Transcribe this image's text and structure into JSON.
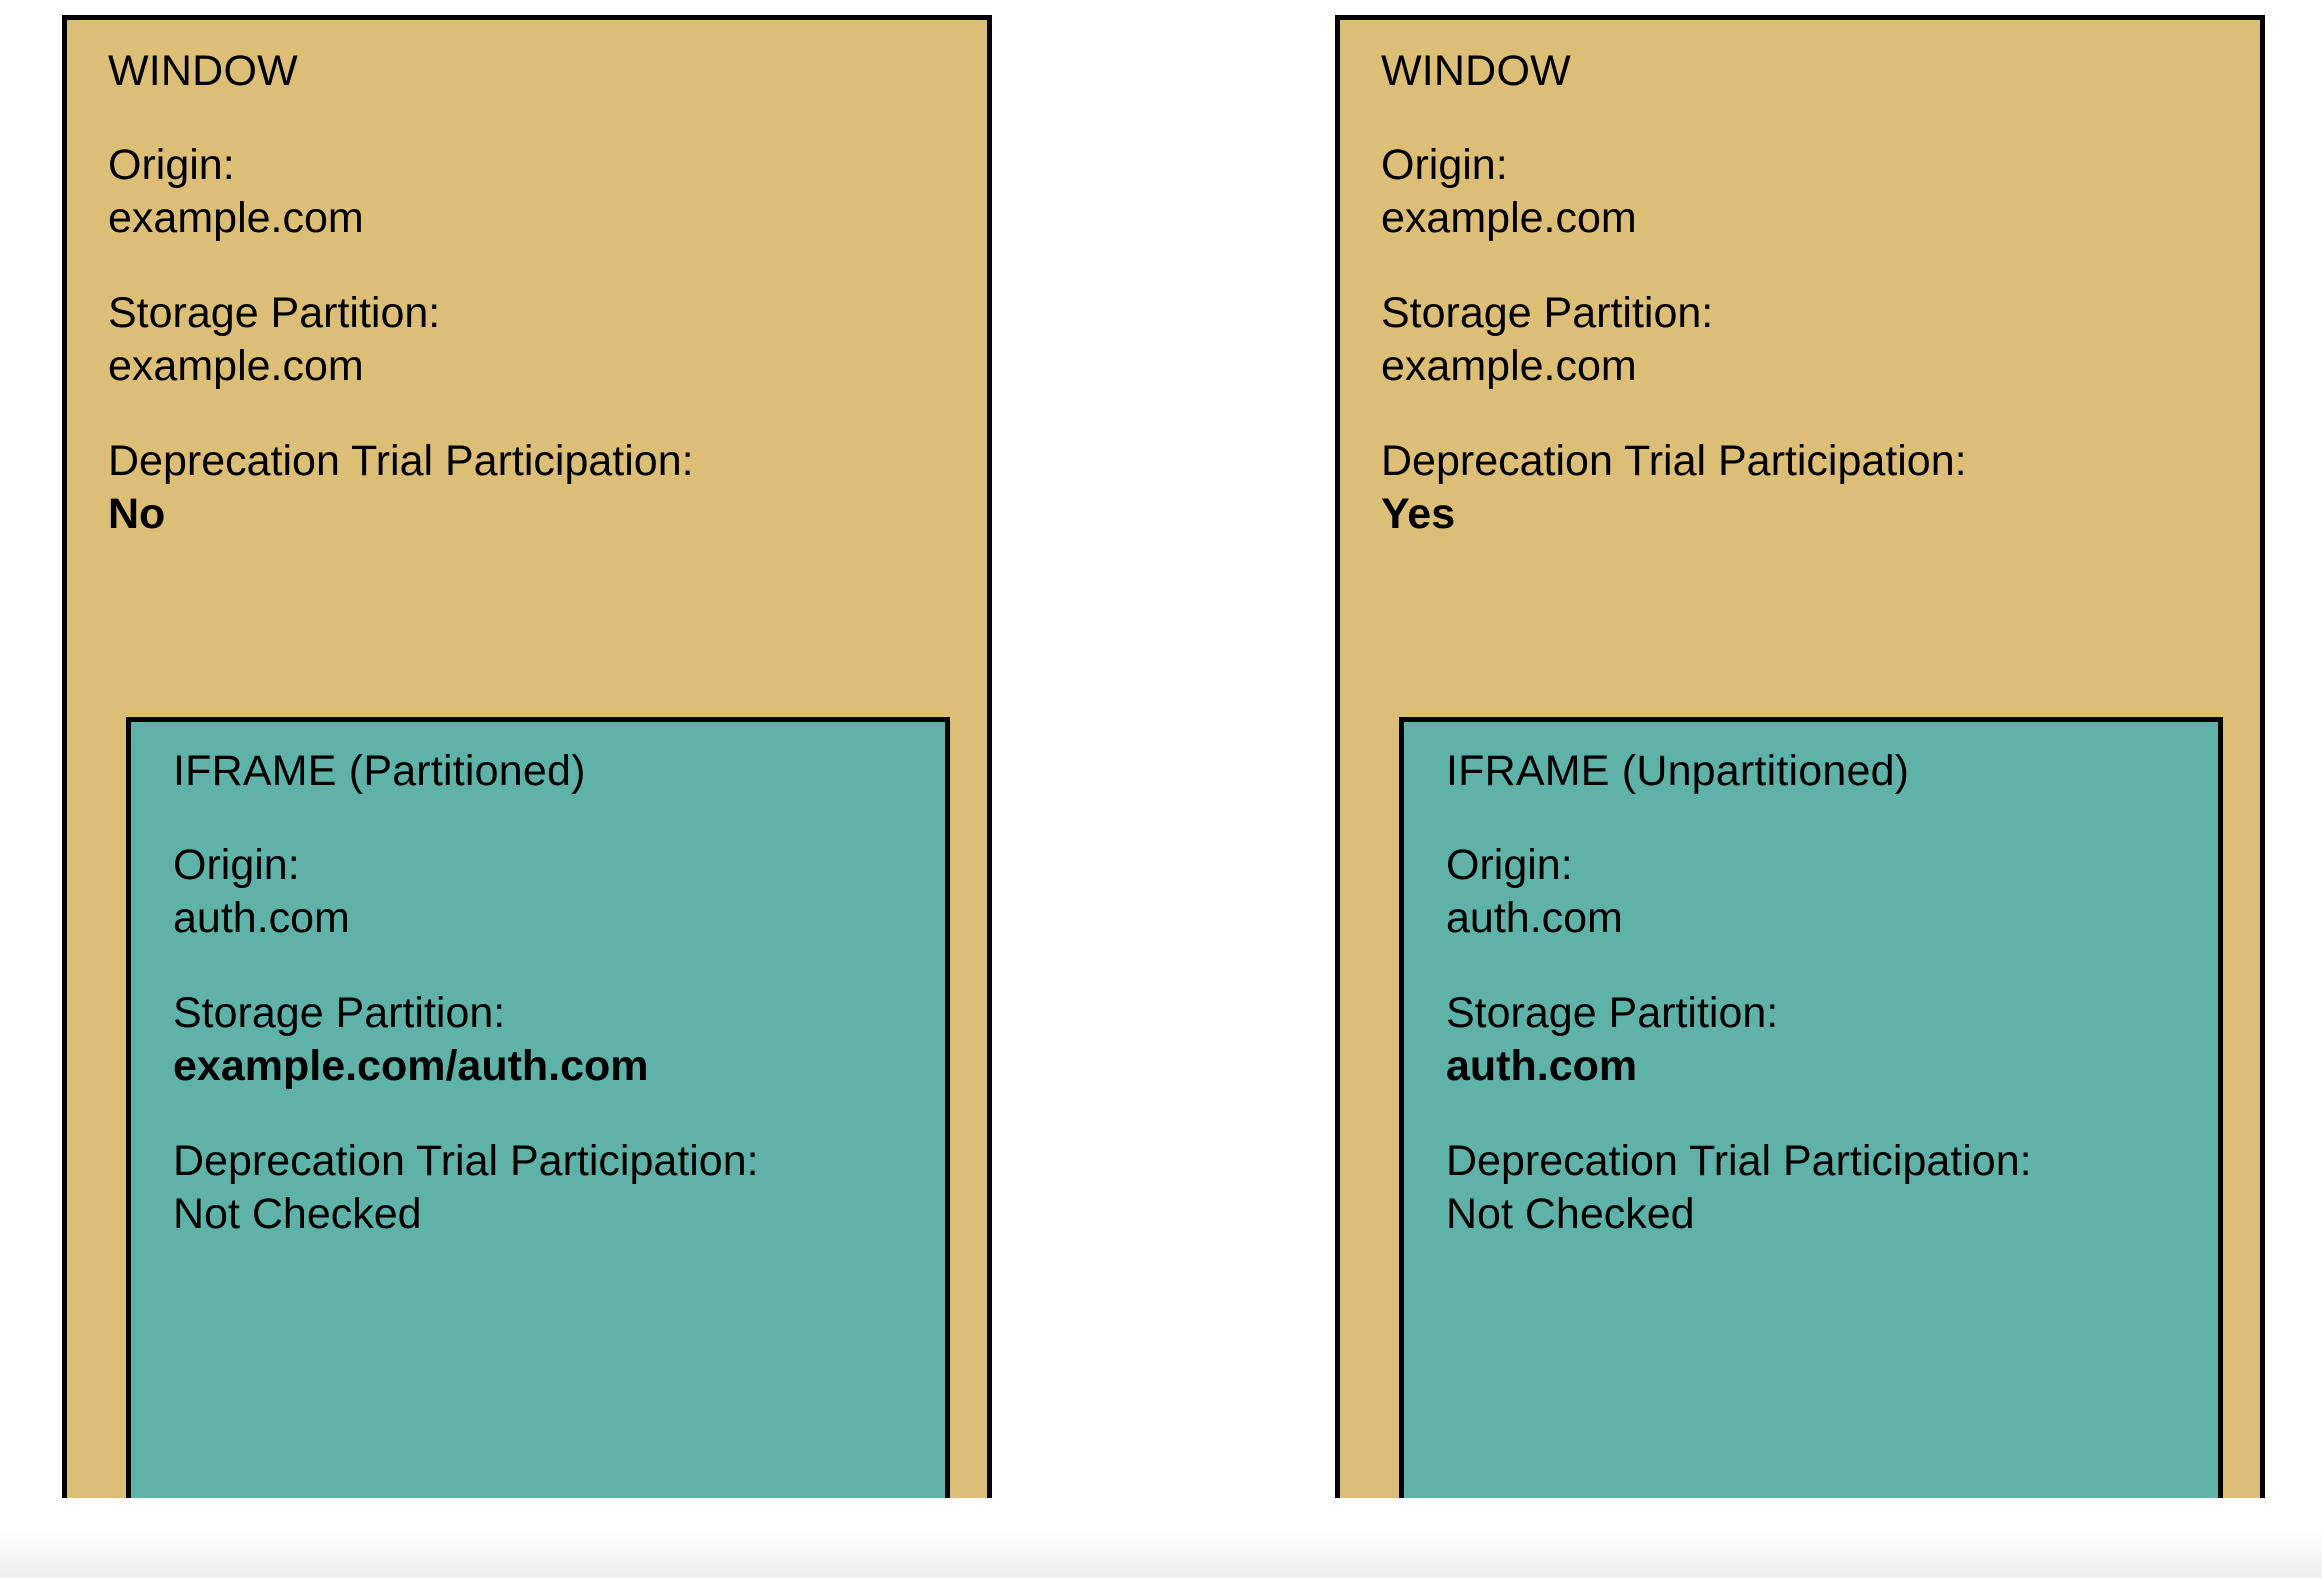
{
  "colors": {
    "window_fill": "#dcbe77",
    "iframe_fill": "#5fb2a8",
    "border": "#000000",
    "text": "#000000",
    "page_background": "#ffffff"
  },
  "panels": [
    {
      "window": {
        "title": "WINDOW",
        "fields": [
          {
            "label": "Origin:",
            "value": "example.com",
            "bold": false
          },
          {
            "label": "Storage Partition:",
            "value": "example.com",
            "bold": false
          },
          {
            "label": "Deprecation Trial Participation:",
            "value": "No",
            "bold": true
          }
        ]
      },
      "iframe": {
        "title": "IFRAME (Partitioned)",
        "fields": [
          {
            "label": "Origin:",
            "value": "auth.com",
            "bold": false
          },
          {
            "label": "Storage Partition:",
            "value": "example.com/auth.com",
            "bold": true
          },
          {
            "label": "Deprecation Trial Participation:",
            "value": "Not Checked",
            "bold": false
          }
        ]
      }
    },
    {
      "window": {
        "title": "WINDOW",
        "fields": [
          {
            "label": "Origin:",
            "value": "example.com",
            "bold": false
          },
          {
            "label": "Storage Partition:",
            "value": "example.com",
            "bold": false
          },
          {
            "label": "Deprecation Trial Participation:",
            "value": "Yes",
            "bold": true
          }
        ]
      },
      "iframe": {
        "title": "IFRAME (Unpartitioned)",
        "fields": [
          {
            "label": "Origin:",
            "value": "auth.com",
            "bold": false
          },
          {
            "label": "Storage Partition:",
            "value": "auth.com",
            "bold": true
          },
          {
            "label": "Deprecation Trial Participation:",
            "value": "Not Checked",
            "bold": false
          }
        ]
      }
    }
  ]
}
